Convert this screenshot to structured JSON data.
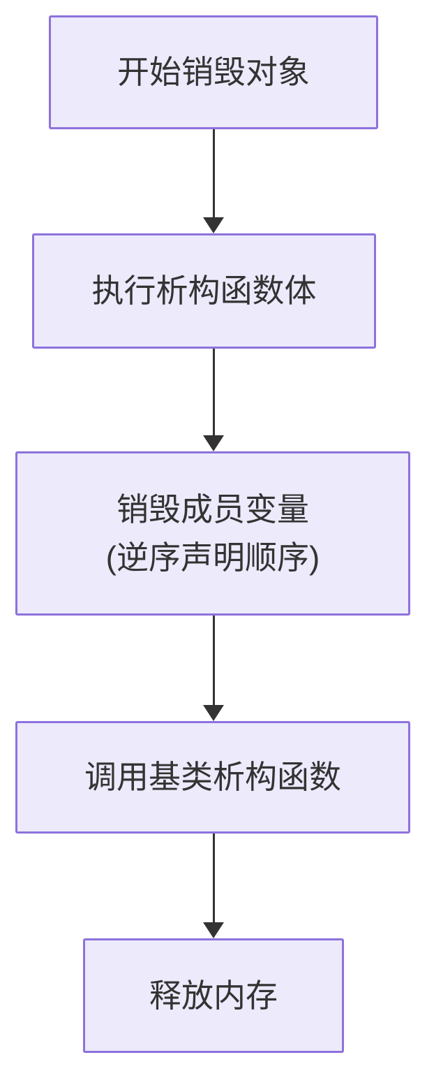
{
  "diagram": {
    "type": "flowchart",
    "direction": "top-down",
    "nodes": [
      {
        "label": "开始销毁对象"
      },
      {
        "label": "执行析构函数体"
      },
      {
        "label": "销毁成员变量",
        "label2": "(逆序声明顺序)"
      },
      {
        "label": "调用基类析构函数"
      },
      {
        "label": "释放内存"
      }
    ],
    "edges": [
      {
        "from": "开始销毁对象",
        "to": "执行析构函数体"
      },
      {
        "from": "执行析构函数体",
        "to": "销毁成员变量 (逆序声明顺序)"
      },
      {
        "from": "销毁成员变量 (逆序声明顺序)",
        "to": "调用基类析构函数"
      },
      {
        "from": "调用基类析构函数",
        "to": "释放内存"
      }
    ],
    "colors": {
      "node_fill": "#ECEAFB",
      "node_border": "#8E72DC",
      "arrow": "#333333",
      "text": "#333333",
      "background": "#FFFFFF"
    }
  }
}
